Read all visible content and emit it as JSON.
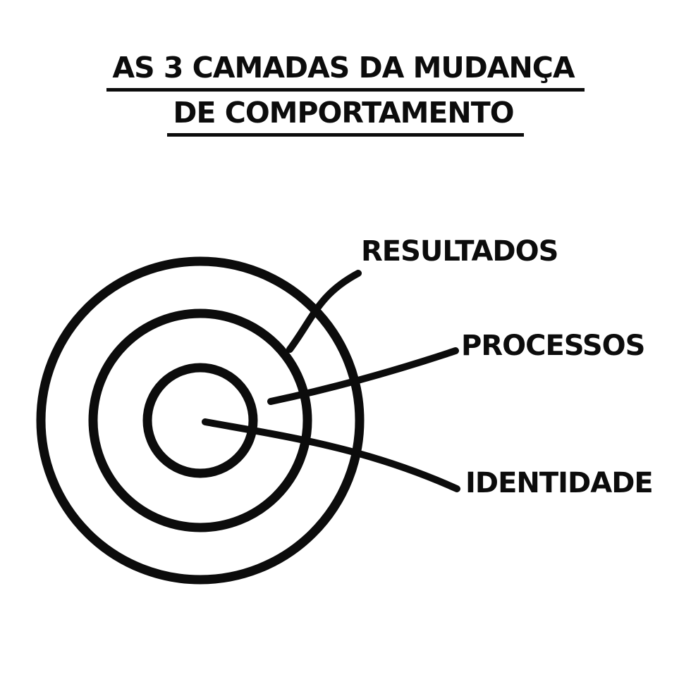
{
  "title": {
    "line1": "AS 3 CAMADAS DA MUDANÇA",
    "line2": "DE COMPORTAMENTO"
  },
  "diagram": {
    "type": "concentric-circles",
    "rings": [
      {
        "label": "RESULTADOS",
        "position": "outer"
      },
      {
        "label": "PROCESSOS",
        "position": "middle"
      },
      {
        "label": "IDENTIDADE",
        "position": "center"
      }
    ]
  },
  "colors": {
    "ink": "#0c0c0c",
    "background": "#ffffff"
  }
}
